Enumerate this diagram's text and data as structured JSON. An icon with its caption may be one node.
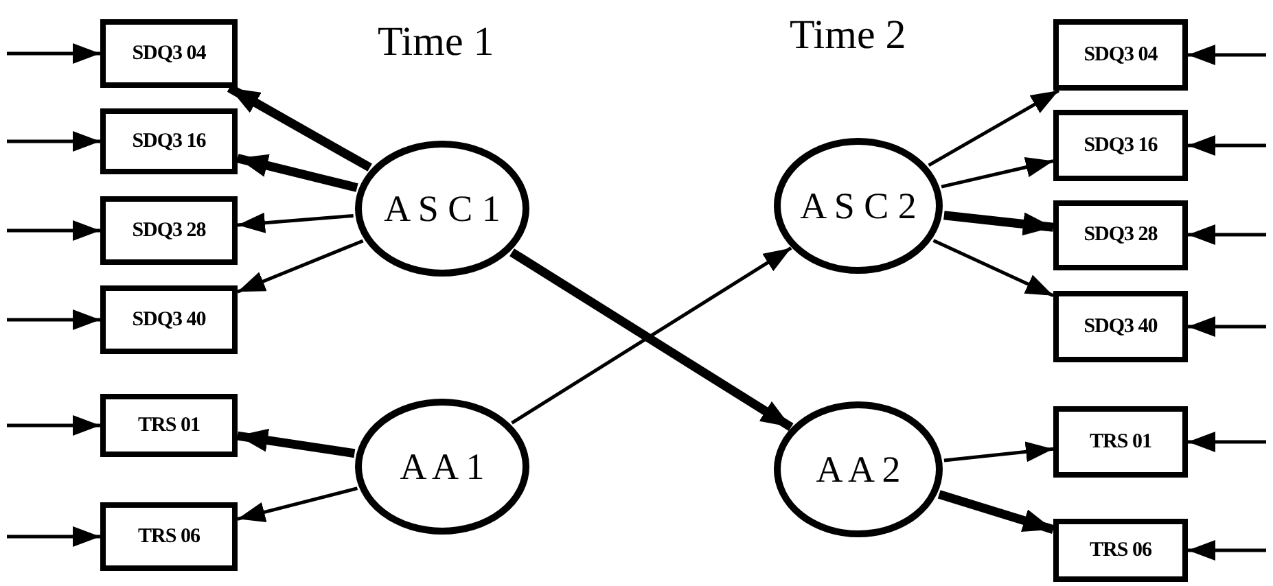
{
  "diagram": {
    "nodes": [
      {
        "text": [
          "SDQ3 04"
        ]
      },
      {
        "text": [
          "SDQ3 16"
        ]
      },
      {
        "text": [
          "SDQ3 28"
        ]
      },
      {
        "text": [
          "SDQ3 40"
        ]
      },
      {
        "text": [
          "TRS 01"
        ]
      },
      {
        "text": [
          "TRS 06"
        ]
      },
      {
        "text": [
          "A S C 1"
        ]
      },
      {
        "text": [
          "A A 1"
        ]
      },
      {
        "text": [
          "A S C 2"
        ]
      },
      {
        "text": [
          "A A 2"
        ]
      },
      {
        "text": [
          "SDQ3 04"
        ]
      },
      {
        "text": [
          "SDQ3 16"
        ]
      },
      {
        "text": [
          "SDQ3 28"
        ]
      },
      {
        "text": [
          "SDQ3 40"
        ]
      },
      {
        "text": [
          "TRS 01"
        ]
      },
      {
        "text": [
          "TRS 06"
        ]
      }
    ],
    "edges": [
      {
        "from": null,
        "to": 0,
        "arrow": "to"
      },
      {
        "from": null,
        "to": 1,
        "arrow": "to"
      },
      {
        "from": null,
        "to": 2,
        "arrow": "to"
      },
      {
        "from": null,
        "to": 3,
        "arrow": "to"
      },
      {
        "from": null,
        "to": 4,
        "arrow": "to"
      },
      {
        "from": null,
        "to": 5,
        "arrow": "to"
      },
      {
        "from": 6,
        "to": 0,
        "arrow": "to",
        "style": "thick"
      },
      {
        "from": 6,
        "to": 1,
        "arrow": "to",
        "style": "thick"
      },
      {
        "from": 6,
        "to": 2,
        "arrow": "to"
      },
      {
        "from": 6,
        "to": 3,
        "arrow": "to"
      },
      {
        "from": 7,
        "to": 4,
        "arrow": "to",
        "style": "thick"
      },
      {
        "from": 7,
        "to": 5,
        "arrow": "to"
      },
      {
        "from": 6,
        "to": 9,
        "arrow": "to",
        "style": "thick"
      },
      {
        "from": 7,
        "to": 8,
        "arrow": "to"
      },
      {
        "from": 8,
        "to": 10,
        "arrow": "to"
      },
      {
        "from": 8,
        "to": 11,
        "arrow": "to"
      },
      {
        "from": 8,
        "to": 12,
        "arrow": "to",
        "style": "thick"
      },
      {
        "from": 8,
        "to": 13,
        "arrow": "to"
      },
      {
        "from": 9,
        "to": 14,
        "arrow": "to"
      },
      {
        "from": 9,
        "to": 15,
        "arrow": "to",
        "style": "thick"
      },
      {
        "from": null,
        "to": 10,
        "arrow": "to"
      },
      {
        "from": null,
        "to": 11,
        "arrow": "to"
      },
      {
        "from": null,
        "to": 12,
        "arrow": "to"
      },
      {
        "from": null,
        "to": 13,
        "arrow": "to"
      },
      {
        "from": null,
        "to": 14,
        "arrow": "to"
      },
      {
        "from": null,
        "to": 15,
        "arrow": "to"
      }
    ],
    "labels": [
      "Time 1",
      "Time 2"
    ]
  }
}
